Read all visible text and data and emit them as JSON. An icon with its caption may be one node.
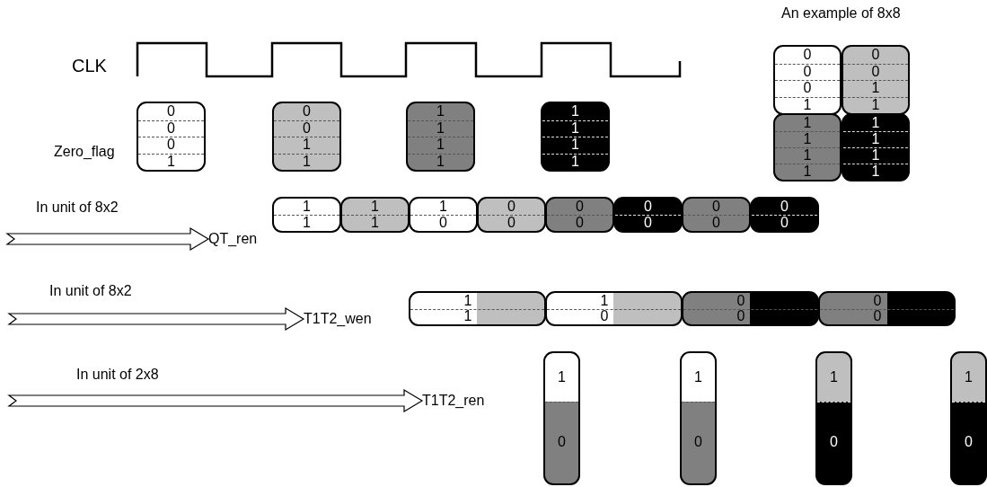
{
  "diagram": {
    "nodes": [
      {
        "text": [
          "0",
          "0",
          "0",
          "1"
        ]
      },
      {
        "text": [
          "0",
          "0",
          "1",
          "1"
        ]
      },
      {
        "text": [
          "1",
          "1",
          "1",
          "1"
        ]
      },
      {
        "text": [
          "1",
          "1",
          "1",
          "1"
        ]
      },
      {
        "text": [
          "0",
          "0",
          "0",
          "1"
        ]
      },
      {
        "text": [
          "0",
          "0",
          "1",
          "1"
        ]
      },
      {
        "text": [
          "1",
          "1",
          "1",
          "1"
        ]
      },
      {
        "text": [
          "1",
          "1",
          "1",
          "1"
        ]
      },
      {
        "text": [
          "QT_ren"
        ]
      },
      {
        "text": [
          "1",
          "1"
        ]
      },
      {
        "text": [
          "1",
          "1"
        ]
      },
      {
        "text": [
          "1",
          "0"
        ]
      },
      {
        "text": [
          "0",
          "0"
        ]
      },
      {
        "text": [
          "0",
          "0"
        ]
      },
      {
        "text": [
          "0",
          "0"
        ]
      },
      {
        "text": [
          "0",
          "0"
        ]
      },
      {
        "text": [
          "0",
          "0"
        ]
      },
      {
        "text": [
          "T1T2_wen"
        ]
      },
      {
        "text": [
          "1",
          "1"
        ]
      },
      {
        "text": [
          "1",
          "0"
        ]
      },
      {
        "text": [
          "0",
          "0"
        ]
      },
      {
        "text": [
          "0",
          "0"
        ]
      },
      {
        "text": [
          "T1T2_ren"
        ]
      },
      {
        "text": [
          "1",
          "0"
        ]
      },
      {
        "text": [
          "1",
          "0"
        ]
      },
      {
        "text": [
          "1",
          "0"
        ]
      },
      {
        "text": [
          "1",
          "0"
        ]
      }
    ],
    "edges": [
      {
        "from": null,
        "to": 8,
        "arrow": "to",
        "label": "In unit of 8x2"
      },
      {
        "from": null,
        "to": 17,
        "arrow": "to",
        "label": "In unit of 8x2"
      },
      {
        "from": null,
        "to": 22,
        "arrow": "to",
        "label": "In unit of 2x8"
      }
    ],
    "labels": [
      "An example of 8x8",
      "CLK",
      "Zero_flag"
    ]
  }
}
